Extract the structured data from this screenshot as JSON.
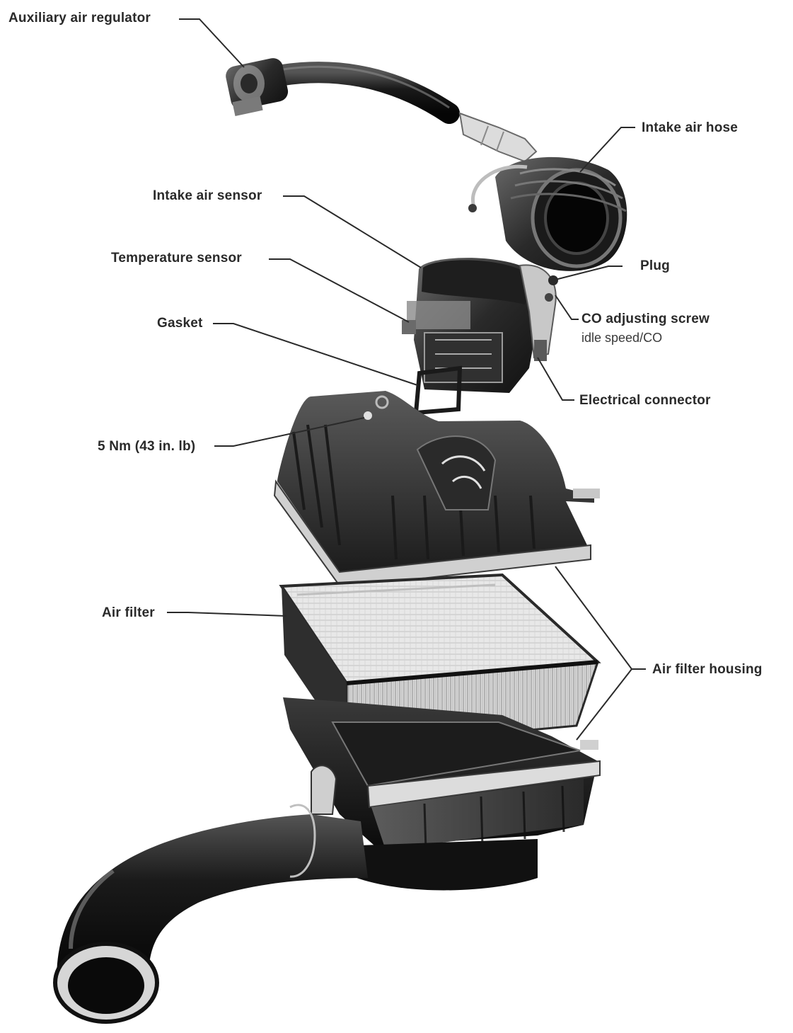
{
  "callouts": {
    "auxiliary_air_regulator": "Auxiliary air regulator",
    "intake_air_hose": "Intake air hose",
    "intake_air_sensor": "Intake air sensor",
    "temperature_sensor": "Temperature sensor",
    "plug": "Plug",
    "co_adjusting_screw": "CO adjusting screw",
    "co_adjusting_screw_note": "idle speed/CO",
    "gasket": "Gasket",
    "electrical_connector": "Electrical connector",
    "torque_spec": "5 Nm (43 in. lb)",
    "air_filter": "Air filter",
    "air_filter_housing": "Air filter housing"
  }
}
